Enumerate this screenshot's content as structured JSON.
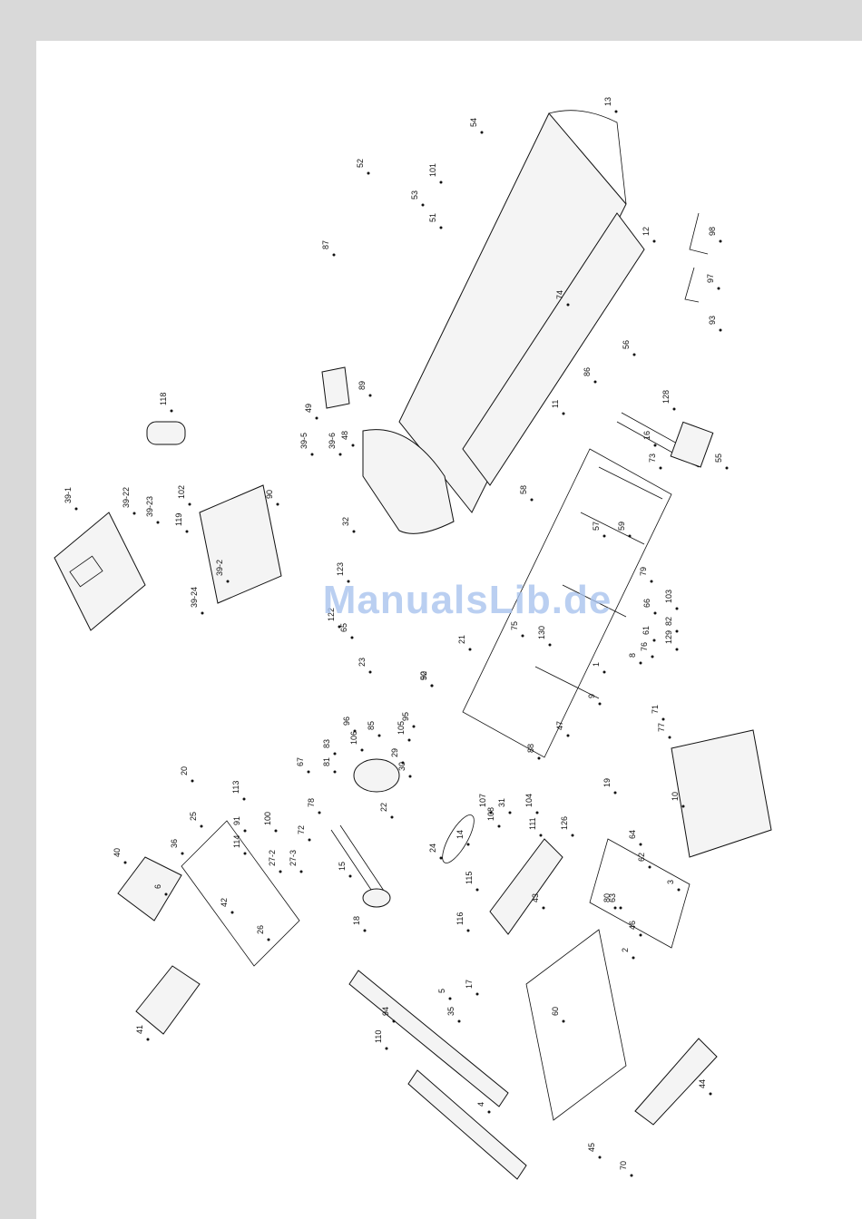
{
  "watermark": "ManualsLib.de",
  "part_numbers": [
    "13",
    "12",
    "74",
    "11",
    "101",
    "54",
    "53",
    "52",
    "51",
    "87",
    "98",
    "97",
    "93",
    "56",
    "86",
    "128",
    "16",
    "73",
    "55",
    "49",
    "48",
    "89",
    "39-6",
    "39-5",
    "118",
    "39-1",
    "39-22",
    "39-23",
    "102",
    "119",
    "90",
    "39-2",
    "39-24",
    "32",
    "123",
    "122",
    "65",
    "58",
    "57",
    "59",
    "79",
    "66",
    "103",
    "61",
    "82",
    "129",
    "76",
    "8",
    "9",
    "71",
    "77",
    "10",
    "1",
    "47",
    "88",
    "92",
    "21",
    "75",
    "130",
    "50",
    "95",
    "23",
    "96",
    "85",
    "63",
    "106",
    "83",
    "81",
    "67",
    "22",
    "78",
    "72",
    "15",
    "18",
    "107",
    "108",
    "31",
    "104",
    "126",
    "14",
    "24",
    "111",
    "115",
    "116",
    "43",
    "19",
    "64",
    "62",
    "3",
    "46",
    "80",
    "2",
    "20",
    "25",
    "113",
    "100",
    "27-2",
    "27-3",
    "91",
    "114",
    "36",
    "6",
    "40",
    "42",
    "26",
    "41",
    "5",
    "94",
    "110",
    "4",
    "45",
    "70",
    "17",
    "35",
    "44",
    "60",
    "29",
    "30",
    "105"
  ]
}
